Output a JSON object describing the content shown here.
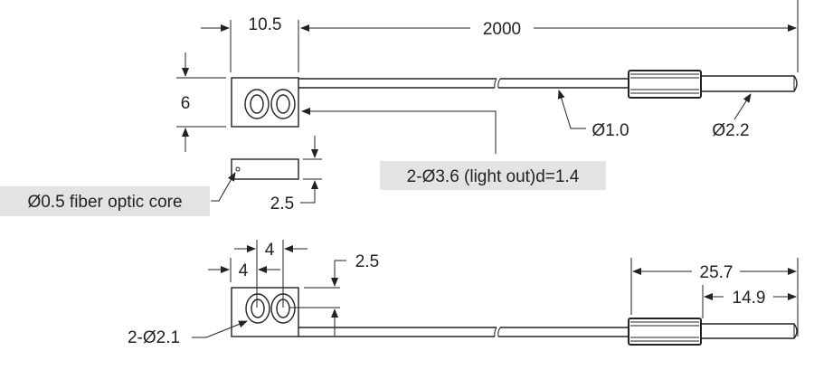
{
  "top_view": {
    "width_dim": "10.5",
    "length_dim": "2000",
    "height_dim": "6",
    "thickness_dim": "2.5",
    "light_out_label": "2-Ø3.6 (light out)d=1.4",
    "core_label": "Ø0.5 fiber optic core",
    "fiber_diameter": "Ø1.0",
    "tube_diameter": "Ø2.2"
  },
  "bottom_view": {
    "pitch_dim": "4",
    "edge_dim": "4",
    "vertical_offset_dim": "2.5",
    "hole_label": "2-Ø2.1",
    "sleeve_length_dim": "25.7",
    "tip_length_dim": "14.9"
  }
}
